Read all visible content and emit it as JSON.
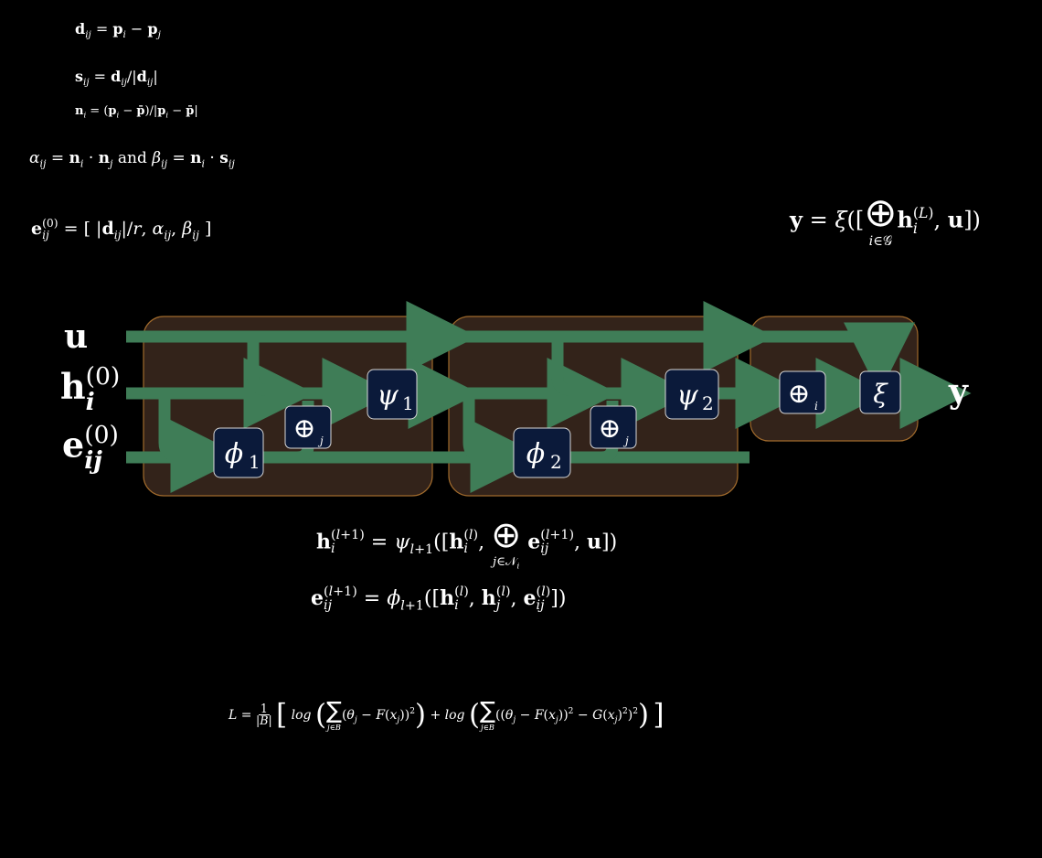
{
  "equations": {
    "dij": "d_ij = p_i − p_j",
    "sij": "s_ij = d_ij / |d_ij|",
    "ni": "n_i = (p_i − p̄) / |p_i − p̄|",
    "alpha_beta": "α_ij = n_i · n_j and β_ij = n_i · s_ij",
    "eij0": "e_ij^(0) = [ |d_ij|/r, α_ij, β_ij ]",
    "y": "y = ξ([⊕_{i∈𝒢} h_i^(L), u])",
    "h_update": "h_i^(l+1) = ψ_{l+1}([h_i^(l), ⊕_{j∈𝒩_i} e_ij^(l+1), u])",
    "e_update": "e_ij^(l+1) = φ_{l+1}([h_i^(l), h_j^(l), e_ij^(l)])",
    "loss": "L = 1/|B| [ log( Σ_{j∈B} (θ_j − F(x_j))^2 ) + log( Σ_{j∈B} ((θ_j − F(x_j))^2 − G(x_j)^2)^2 ) ]",
    "and_word": "and",
    "log_word": "log"
  },
  "inputs": {
    "u": "u",
    "h": "h",
    "h_sub": "i",
    "h_sup": "(0)",
    "e": "e",
    "e_sub": "ij",
    "e_sup": "(0)"
  },
  "output": {
    "y": "y"
  },
  "blocks": {
    "phi1": {
      "sym": "ϕ",
      "sub": "1"
    },
    "psi1": {
      "sym": "ψ",
      "sub": "1"
    },
    "agg_j1": {
      "sym": "⊕",
      "sub": "j"
    },
    "phi2": {
      "sym": "ϕ",
      "sub": "2"
    },
    "psi2": {
      "sym": "ψ",
      "sub": "2"
    },
    "agg_j2": {
      "sym": "⊕",
      "sub": "j"
    },
    "agg_i": {
      "sym": "⊕",
      "sub": "i"
    },
    "xi": {
      "sym": "ξ"
    }
  },
  "colors": {
    "background": "#000000",
    "flow": "#3f7d57",
    "stage_fill": "#33231a",
    "stage_border": "#a06a2c",
    "block_fill": "#0b1a3a",
    "block_border": "#d8d8d8"
  }
}
